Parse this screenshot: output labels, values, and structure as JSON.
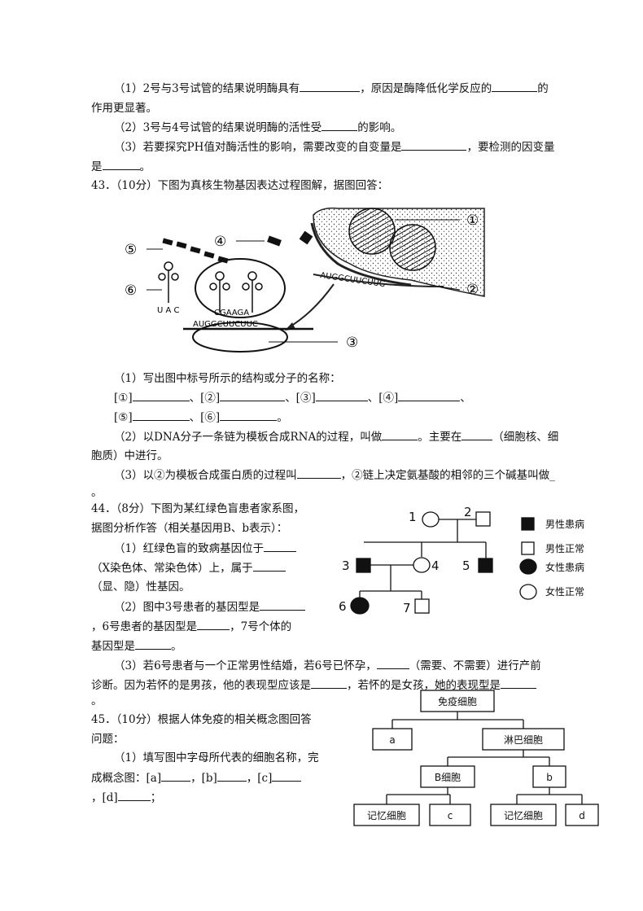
{
  "q42": {
    "l1a": "（1）2号与3号试管的结果说明酶具有",
    "l1b": "，原因是酶降低化学反应的",
    "l1c": "的",
    "l2": "作用更显著。",
    "l3a": "（2）3号与4号试管的结果说明酶的活性受",
    "l3b": "的影响。",
    "l4a": "（3）若要探究PH值对酶活性的影响，需要改变的自变量是",
    "l4b": "，要检测的因变量",
    "l5a": "是",
    "l5b": "。"
  },
  "q43": {
    "title": "43．（10分）下图为真核生物基因表达过程图解，据图回答：",
    "diagram": {
      "n1": "①",
      "n2": "②",
      "n3": "③",
      "n4": "④",
      "n5": "⑤",
      "n6": "⑥",
      "mrna_seq": "AUGGCUUCUUG",
      "ribo_seq": "AUGGCUUCUUC",
      "trna_seq": "CGAAGA",
      "anticodon": "U A C"
    },
    "s1": "（1）写出图中标号所示的结构或分子的名称：",
    "b1": "[①]",
    "b2": "、[②]",
    "b3": "、[③]",
    "b4": "、[④]",
    "b4e": "、",
    "b5": "[⑤]",
    "b6": "、[⑥]",
    "b6e": "。",
    "s2a": "（2）以DNA分子一条链为模板合成RNA的过程，叫做",
    "s2b": "。主要在",
    "s2c": "（细胞核、细",
    "s2d": "胞质）中进行。",
    "s3a": "（3）以②为模板合成蛋白质的过程叫",
    "s3b": "，②链上决定氨基酸的相邻的三个碱基叫做",
    "s3c": "_",
    "s3d": "。"
  },
  "q44": {
    "title": "44．（8分）下图为某红绿色盲患者家系图，",
    "t2": "据图分析作答（相关基因用B、b表示）：",
    "p1a": "（1）红绿色盲的致病基因位于",
    "p1b": "（X染色体、常染色体）上，属于",
    "p1c": "（显、隐）性基因。",
    "p2a": "（2）图中3号患者的基因型是",
    "p2b": "，6号患者的基因型是",
    "p2c": "，7号个体的",
    "p2d": "基因型是",
    "p2e": "。",
    "p3a": "（3）若6号患者与一个正常男性结婚，若6号已怀孕，",
    "p3b": "（需要、不需要）进行产前",
    "p3c": "诊断。因为若怀的是男孩，他的表现型应该是",
    "p3d": "，若怀的是女孩，她的表现型是",
    "p3e": "。",
    "pedigree": {
      "i1": "1",
      "i2": "2",
      "i3": "3",
      "i4": "4",
      "i5": "5",
      "i6": "6",
      "i7": "7",
      "legend": [
        "男性患病",
        "男性正常",
        "女性患病",
        "女性正常"
      ]
    }
  },
  "q45": {
    "title": "45．（10分）根据人体免疫的相关概念图回答",
    "t2": "问题：",
    "p1": "（1）填写图中字母所代表的细胞名称，完",
    "p2a": "成概念图：[a]",
    "p2b": "，[b]",
    "p2c": "，[c]",
    "p3a": "，[d]",
    "p3b": "；",
    "map": {
      "root": "免疫细胞",
      "a": "a",
      "lymph": "淋巴细胞",
      "bcell": "B细胞",
      "b": "b",
      "mem1": "记忆细胞",
      "c": "c",
      "mem2": "记忆细胞",
      "d": "d"
    }
  }
}
